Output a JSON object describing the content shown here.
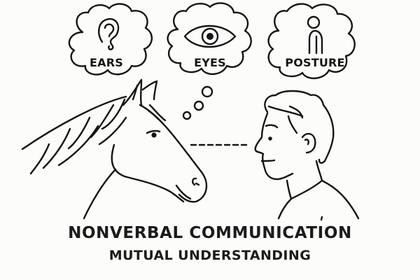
{
  "bubbles": [
    {
      "label": "EARS",
      "icon": "ear-icon"
    },
    {
      "label": "EYES",
      "icon": "eye-icon"
    },
    {
      "label": "POSTURE",
      "icon": "person-icon"
    }
  ],
  "title": {
    "main": "NONVERBAL COMMUNICATION",
    "sub": "MUTUAL UNDERSTANDING"
  },
  "characters": {
    "left": "horse-head",
    "right": "person-head"
  },
  "colors": {
    "background": "#fcfcfa",
    "ink": "#151515"
  }
}
